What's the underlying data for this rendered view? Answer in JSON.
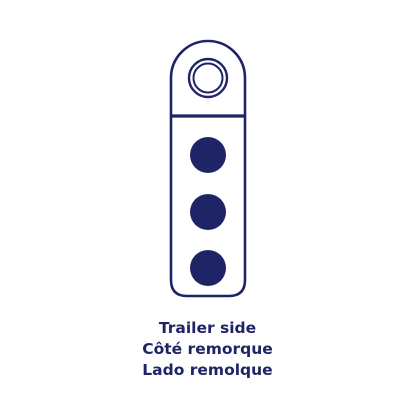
{
  "colors": {
    "navy": "#1f2466",
    "background": "#ffffff"
  },
  "connector": {
    "pin_count": 3,
    "ring_count": 1
  },
  "caption": {
    "line1": "Trailer side",
    "line2": "Côté remorque",
    "line3": "Lado remolque"
  }
}
